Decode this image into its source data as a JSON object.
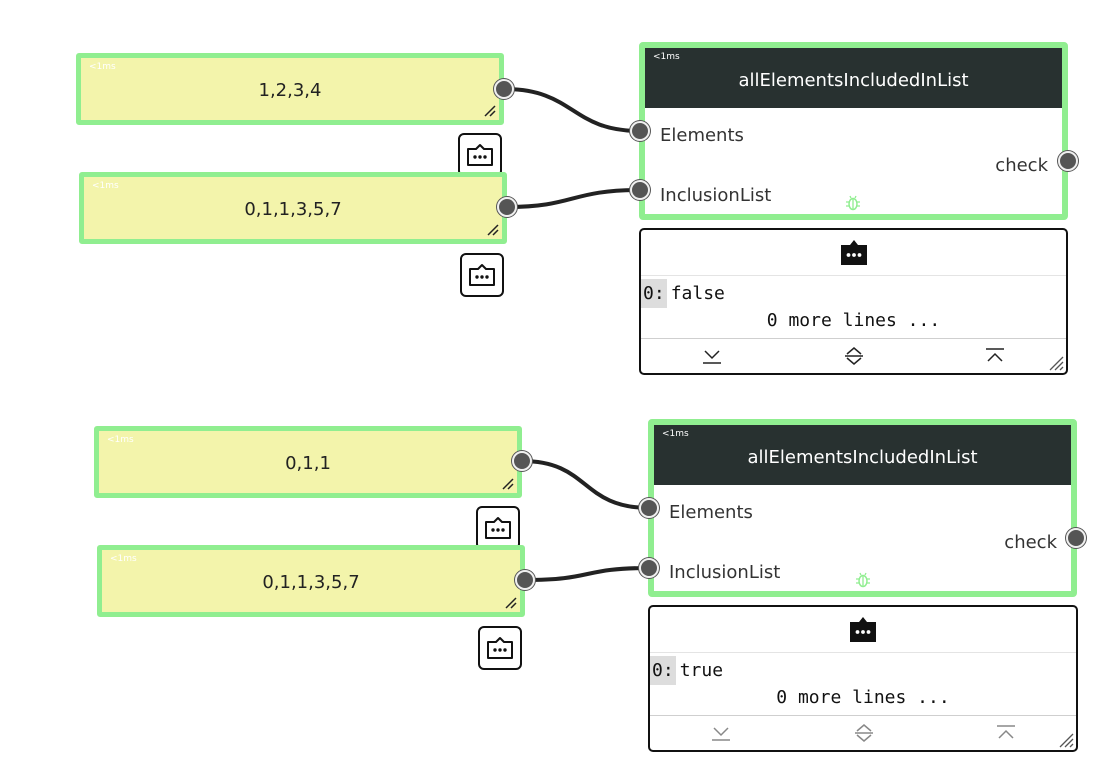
{
  "colors": {
    "node_fill": "#f3f4ab",
    "node_border": "#90ee90",
    "header_fill": "#283130",
    "port_fill": "#555555"
  },
  "groups": [
    {
      "inputs": [
        {
          "timing": "<1ms",
          "value": "1,2,3,4"
        },
        {
          "timing": "<1ms",
          "value": "0,1,1,3,5,7"
        }
      ],
      "function": {
        "timing": "<1ms",
        "title": "allElementsIncludedInList",
        "input_labels": [
          "Elements",
          "InclusionList"
        ],
        "output_label": "check"
      },
      "output": {
        "line_index": "0:",
        "line_value": "false",
        "more_text": "0 more lines ..."
      }
    },
    {
      "inputs": [
        {
          "timing": "<1ms",
          "value": "0,1,1"
        },
        {
          "timing": "<1ms",
          "value": "0,1,1,3,5,7"
        }
      ],
      "function": {
        "timing": "<1ms",
        "title": "allElementsIncludedInList",
        "input_labels": [
          "Elements",
          "InclusionList"
        ],
        "output_label": "check"
      },
      "output": {
        "line_index": "0:",
        "line_value": "true",
        "more_text": "0 more lines ..."
      }
    }
  ]
}
